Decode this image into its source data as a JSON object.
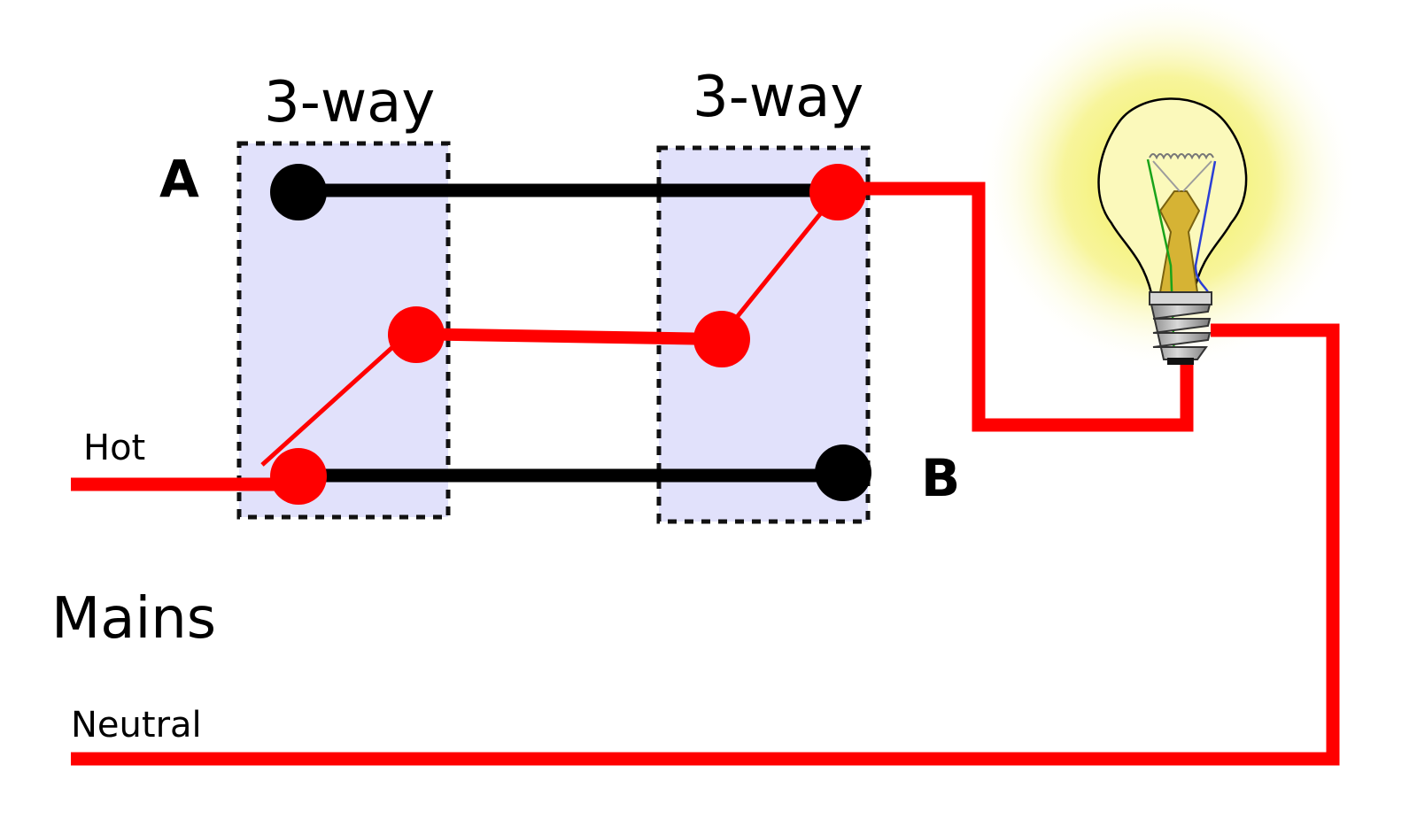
{
  "switch_left": {
    "title": "3-way"
  },
  "switch_right": {
    "title": "3-way"
  },
  "terminal_a": {
    "label": "A"
  },
  "terminal_b": {
    "label": "B"
  },
  "hot": {
    "label": "Hot"
  },
  "neutral": {
    "label": "Neutral"
  },
  "mains": {
    "label": "Mains"
  },
  "colors": {
    "live_wire": "#ff0000",
    "dead_wire": "#000000",
    "switch_fill": "#e1e1fb",
    "bulb_glow": "#f5f26a",
    "bulb_base": "#d1b24a"
  },
  "bulb": {
    "state": "on",
    "icon": "light-bulb-icon"
  }
}
